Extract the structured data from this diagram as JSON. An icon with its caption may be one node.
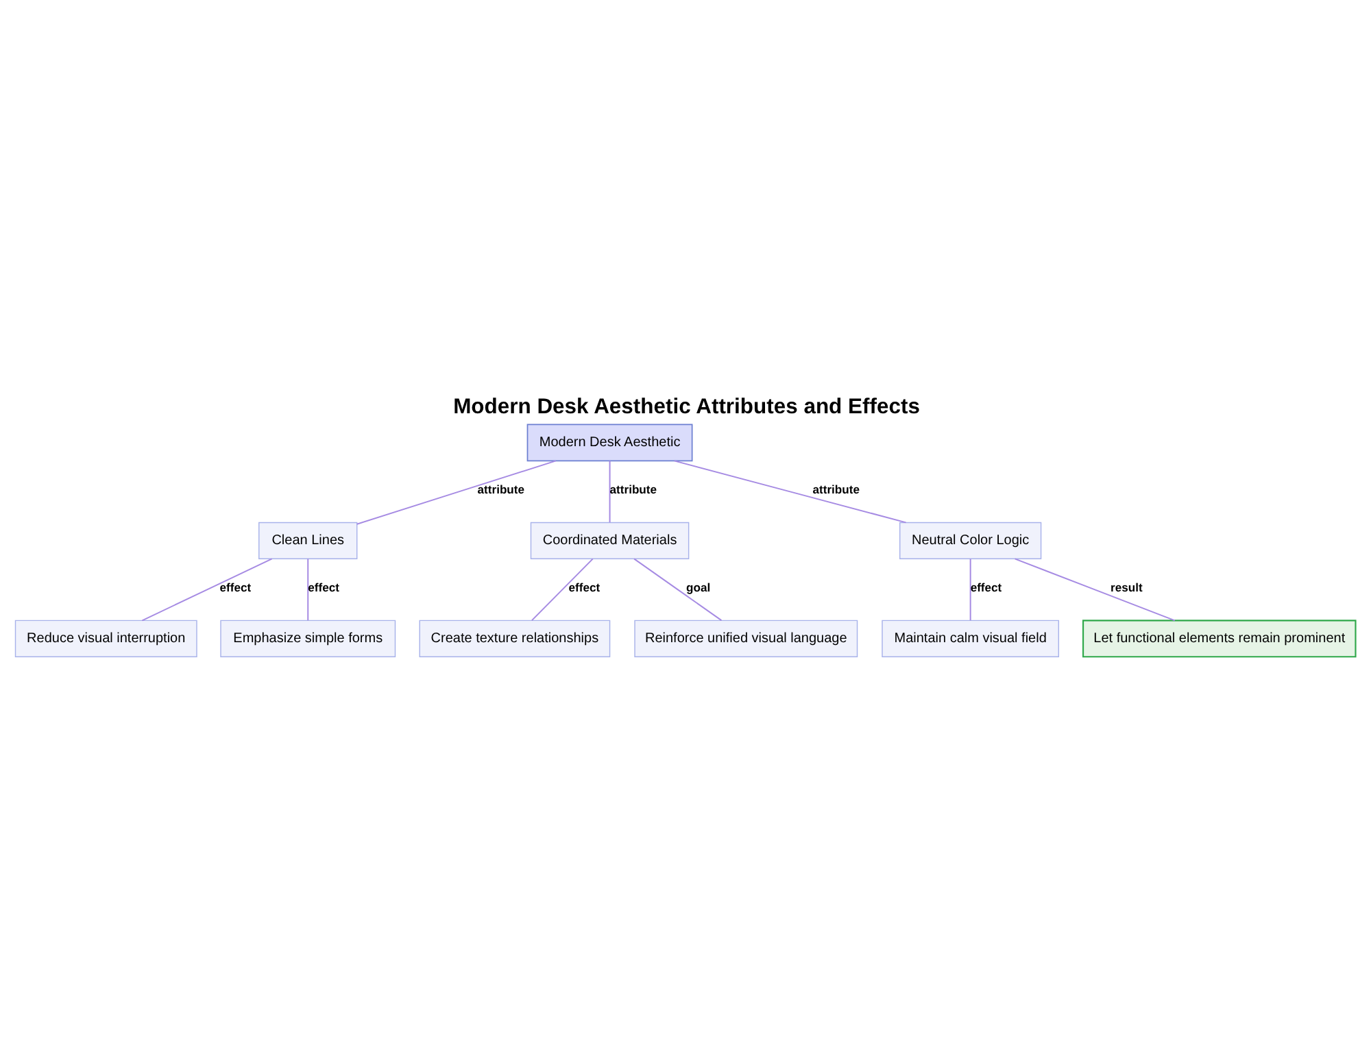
{
  "diagram": {
    "title": "Modern Desk Aesthetic Attributes and Effects",
    "nodes": [
      {
        "text": [
          "Modern Desk Aesthetic"
        ]
      },
      {
        "text": [
          "Clean Lines"
        ]
      },
      {
        "text": [
          "Coordinated Materials"
        ]
      },
      {
        "text": [
          "Neutral Color Logic"
        ]
      },
      {
        "text": [
          "Reduce visual interruption"
        ]
      },
      {
        "text": [
          "Emphasize simple forms"
        ]
      },
      {
        "text": [
          "Create texture relationships"
        ]
      },
      {
        "text": [
          "Reinforce unified visual language"
        ]
      },
      {
        "text": [
          "Maintain calm visual field"
        ]
      },
      {
        "text": [
          "Let functional elements remain prominent"
        ]
      }
    ],
    "edges": [
      {
        "from": 0,
        "to": 1,
        "arrow": "none",
        "label": "attribute"
      },
      {
        "from": 0,
        "to": 2,
        "arrow": "none",
        "label": "attribute"
      },
      {
        "from": 0,
        "to": 3,
        "arrow": "none",
        "label": "attribute"
      },
      {
        "from": 1,
        "to": 4,
        "arrow": "none",
        "label": "effect"
      },
      {
        "from": 1,
        "to": 5,
        "arrow": "none",
        "label": "effect"
      },
      {
        "from": 2,
        "to": 6,
        "arrow": "none",
        "label": "effect"
      },
      {
        "from": 2,
        "to": 7,
        "arrow": "none",
        "label": "goal"
      },
      {
        "from": 3,
        "to": 8,
        "arrow": "none",
        "label": "effect"
      },
      {
        "from": 3,
        "to": 9,
        "arrow": "none",
        "label": "result"
      }
    ]
  }
}
